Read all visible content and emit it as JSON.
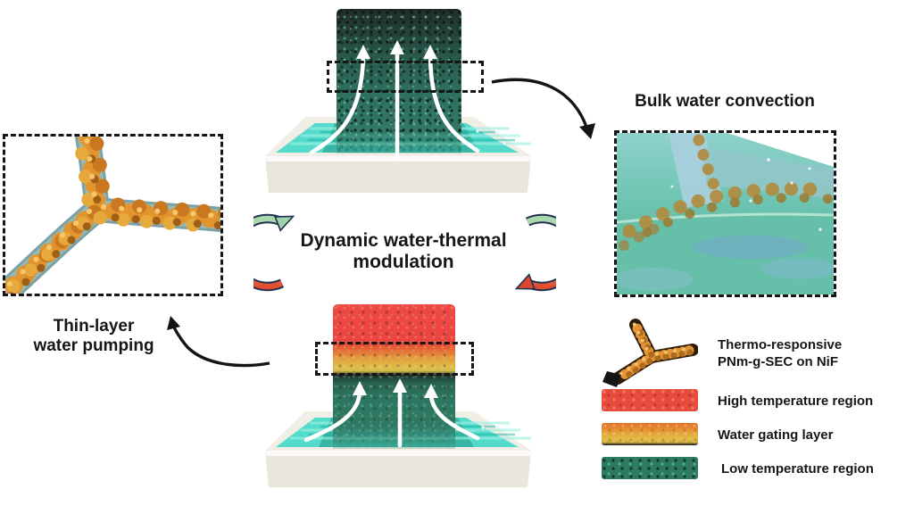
{
  "figure": {
    "center_cycle": {
      "label_line1": "Dynamic water-thermal",
      "label_line2": "modulation"
    },
    "left_inset": {
      "caption_line1": "Thin-layer",
      "caption_line2": "water pumping"
    },
    "right_inset": {
      "title": "Bulk water convection"
    },
    "legend": {
      "items": [
        {
          "icon": "y-branch-icon",
          "label_line1": "Thermo-responsive",
          "label_line2": "PNm-g-SEC on NiF"
        },
        {
          "swatch": "high-temperature-swatch",
          "label": "High temperature region",
          "color": "#e74b3c"
        },
        {
          "swatch": "water-gating-swatch",
          "label": "Water gating layer",
          "color": "#e3bd48"
        },
        {
          "swatch": "low-temperature-swatch",
          "label": "Low temperature region",
          "color": "#2d7a63"
        }
      ]
    },
    "colors": {
      "water_cyan": "#3fd8c8",
      "foam_cool_teal": "#2e705e",
      "foam_dark_top": "#222c28",
      "hot_red": "#ee4540",
      "gating_orange": "#e65c33",
      "gating_yellow": "#e0b844",
      "tray_white": "#f0ede5",
      "cycle_arrow_green": "#a9d7ae",
      "cycle_arrow_red": "#e04c2d",
      "particle_orange": "#e2952f"
    }
  }
}
